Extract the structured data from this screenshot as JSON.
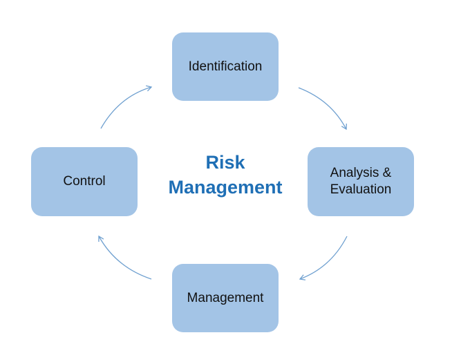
{
  "diagram": {
    "center_title_line1": "Risk",
    "center_title_line2": "Management",
    "nodes": {
      "identification": "Identification",
      "analysis": "Analysis &\nEvaluation",
      "management": "Management",
      "control": "Control"
    }
  },
  "colors": {
    "node_fill": "#a3c4e6",
    "title_text": "#1f6fb5",
    "arrow": "#6fa0d0"
  }
}
